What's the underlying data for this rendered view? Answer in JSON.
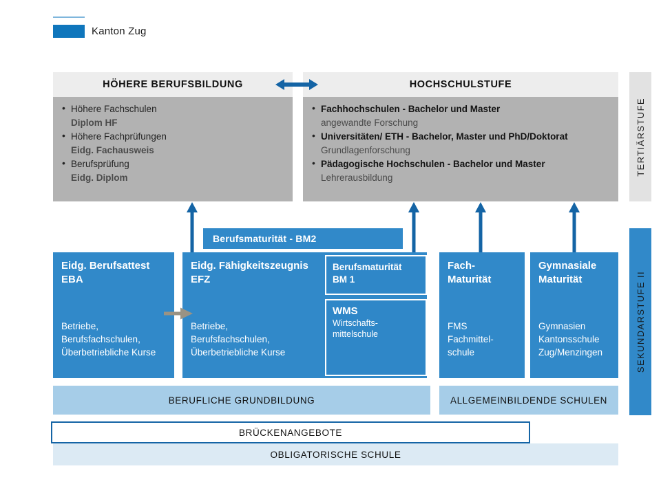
{
  "logo": {
    "brand": "Kanton Zug"
  },
  "stages": {
    "tertiary_label": "TERTIÄRSTUFE",
    "secondary_label": "SEKUNDARSTUFE II"
  },
  "tertiary": {
    "left": {
      "header": "HÖHERE BERUFSBILDUNG",
      "items": [
        {
          "main": "Höhere Fachschulen",
          "sub": "Diplom HF",
          "sub_bold": true
        },
        {
          "main": "Höhere Fachprüfungen",
          "sub": "Eidg. Fachausweis",
          "sub_bold": true
        },
        {
          "main": "Berufsprüfung",
          "sub": "Eidg. Diplom",
          "sub_bold": true
        }
      ]
    },
    "right": {
      "header": "HOCHSCHULSTUFE",
      "items": [
        {
          "main": "Fachhochschulen - Bachelor und Master",
          "main_bold": true,
          "sub": "angewandte Forschung"
        },
        {
          "main": "Universitäten/ ETH - Bachelor, Master und PhD/Doktorat",
          "main_bold": true,
          "sub": "Grundlagenforschung"
        },
        {
          "main": "Pädagogische Hochschulen - Bachelor und Master",
          "main_bold": true,
          "sub": "Lehrerausbildung"
        }
      ]
    }
  },
  "bm2_bar": {
    "label": "Berufsmaturität  - BM2"
  },
  "secondary_boxes": {
    "eba": {
      "title_line1": "Eidg. Berufsattest",
      "title_line2": "EBA",
      "desc_line1": "Betriebe,",
      "desc_line2": "Berufsfachschulen,",
      "desc_line3": "Überbetriebliche Kurse"
    },
    "efz": {
      "title_line1": "Eidg. Fähigkeitszeugnis",
      "title_line2": "EFZ",
      "desc_line1": "Betriebe,",
      "desc_line2": "Berufsfachschulen,",
      "desc_line3": "Überbetriebliche Kurse"
    },
    "bm1": {
      "title_line1": "Berufsmaturität",
      "title_line2": "BM 1"
    },
    "wms": {
      "title": "WMS",
      "desc_line1": "Wirtschafts-",
      "desc_line2": "mittelschule"
    },
    "fms": {
      "title_line1": "Fach-",
      "title_line2": "Maturität",
      "desc_line1": "FMS",
      "desc_line2": "Fachmittel-",
      "desc_line3": "schule"
    },
    "gym": {
      "title_line1": "Gymnasiale",
      "title_line2": "Maturität",
      "desc_line1": "Gymnasien",
      "desc_line2": "Kantonsschule",
      "desc_line3": "Zug/Menzingen"
    }
  },
  "bottom_bars": {
    "vocational": "BERUFLICHE GRUNDBILDUNG",
    "general": "ALLGEMEINBILDENDE SCHULEN",
    "bridge": "BRÜCKENANGEBOTE",
    "compulsory": "OBLIGATORISCHE SCHULE"
  },
  "colors": {
    "brand_blue": "#0F76BC",
    "box_blue": "#3189C9",
    "arrow_blue": "#1464A5",
    "bar_mid_blue": "#A6CDE8",
    "bar_light_blue": "#DCEAF4",
    "tertiary_gray": "#B2B2B2",
    "tertiary_header_gray": "#EDEDED",
    "stage_gray": "#E2E2E2",
    "gray_arrow": "#9A9384"
  }
}
